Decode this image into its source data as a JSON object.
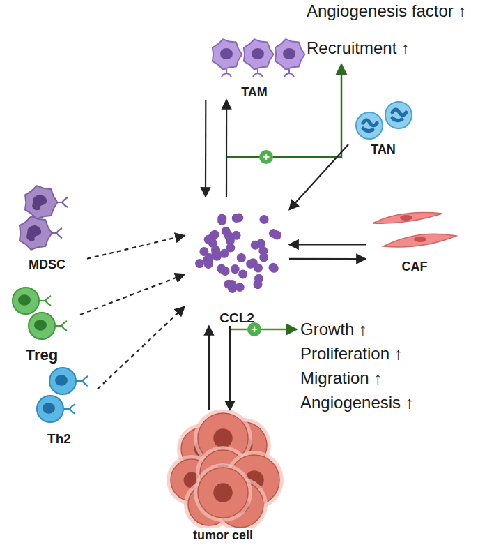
{
  "diagram": {
    "nodes": [
      {
        "text": [
          "TAM"
        ]
      },
      {
        "text": [
          "MDSC"
        ]
      },
      {
        "text": [
          "TAN"
        ]
      },
      {
        "text": [
          "Treg"
        ]
      },
      {
        "text": [
          "CCL2"
        ]
      },
      {
        "text": [
          "CAF"
        ]
      },
      {
        "text": [
          "Th2"
        ]
      },
      {
        "text": [
          "tumor cell"
        ]
      }
    ],
    "edges": [
      {
        "from": 0,
        "to": 4,
        "arrow": "to"
      },
      {
        "from": 4,
        "to": 0,
        "arrow": "to"
      },
      {
        "from": 2,
        "to": 4,
        "arrow": "to"
      },
      {
        "from": 1,
        "to": 4,
        "arrow": "to"
      },
      {
        "from": 3,
        "to": 4,
        "arrow": "to"
      },
      {
        "from": 6,
        "to": 4,
        "arrow": "to"
      },
      {
        "from": 5,
        "to": 4,
        "arrow": "to"
      },
      {
        "from": 4,
        "to": 5,
        "arrow": "to"
      },
      {
        "from": 7,
        "to": 4,
        "arrow": "to"
      },
      {
        "from": 4,
        "to": 7,
        "arrow": "to"
      }
    ],
    "labels": [
      "Angiogenesis factor ↑",
      "Recruitment ↑",
      "+",
      "+",
      "Growth ↑",
      "Proliferation ↑",
      "Migration ↑",
      "Angiogenesis ↑"
    ]
  }
}
